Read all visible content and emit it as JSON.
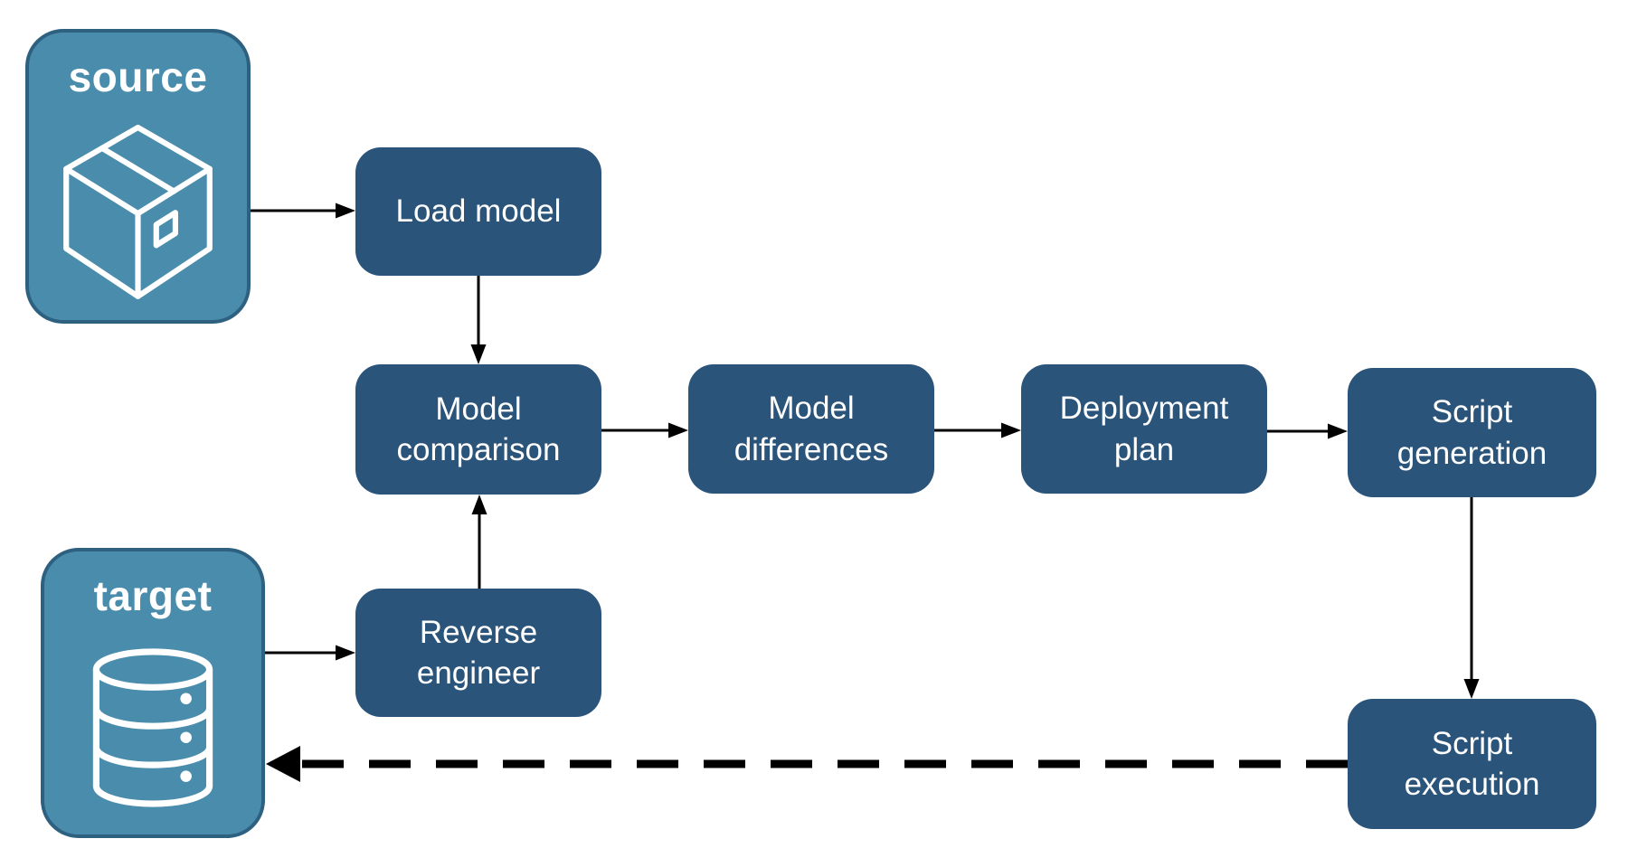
{
  "colors": {
    "entity_fill": "#4A8CAC",
    "entity_border": "#2E6080",
    "process_fill": "#2A547A",
    "node_text": "#ffffff",
    "arrow_color": "#000000",
    "background": "#ffffff"
  },
  "nodes": {
    "source": {
      "label": "source",
      "icon": "package-icon",
      "type": "entity"
    },
    "target": {
      "label": "target",
      "icon": "database-icon",
      "type": "entity"
    },
    "load_model": {
      "label": "Load model",
      "type": "process"
    },
    "model_comparison": {
      "label": "Model comparison",
      "type": "process"
    },
    "model_differences": {
      "label": "Model differences",
      "type": "process"
    },
    "deployment_plan": {
      "label": "Deployment plan",
      "type": "process"
    },
    "script_generation": {
      "label": "Script generation",
      "type": "process"
    },
    "reverse_engineer": {
      "label": "Reverse engineer",
      "type": "process"
    },
    "script_execution": {
      "label": "Script execution",
      "type": "process"
    }
  },
  "flows": [
    {
      "from": "source",
      "to": "load_model",
      "style": "solid"
    },
    {
      "from": "load_model",
      "to": "model_comparison",
      "style": "solid"
    },
    {
      "from": "target",
      "to": "reverse_engineer",
      "style": "solid"
    },
    {
      "from": "reverse_engineer",
      "to": "model_comparison",
      "style": "solid"
    },
    {
      "from": "model_comparison",
      "to": "model_differences",
      "style": "solid"
    },
    {
      "from": "model_differences",
      "to": "deployment_plan",
      "style": "solid"
    },
    {
      "from": "deployment_plan",
      "to": "script_generation",
      "style": "solid"
    },
    {
      "from": "script_generation",
      "to": "script_execution",
      "style": "solid"
    },
    {
      "from": "script_execution",
      "to": "target",
      "style": "dashed"
    }
  ]
}
